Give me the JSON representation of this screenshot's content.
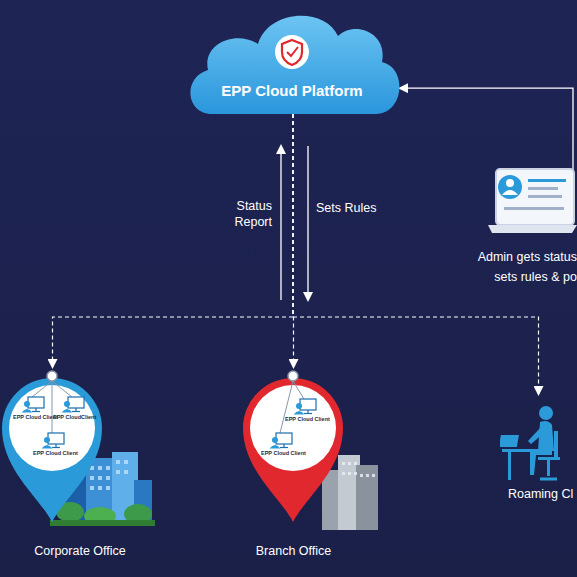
{
  "diagram": {
    "nodes": [
      {
        "text": [
          "EPP Cloud Platform"
        ]
      },
      {
        "text": [
          "Admin gets status sets rules & po"
        ]
      },
      {
        "text": [
          "Corporate Office"
        ]
      },
      {
        "text": [
          "EPP Cloud Client"
        ],
        "in": 2
      },
      {
        "text": [
          "EPP CloudClient"
        ],
        "in": 2
      },
      {
        "text": [
          "EPP Cloud Client"
        ],
        "in": 2
      },
      {
        "text": [
          "Branch Office"
        ]
      },
      {
        "text": [
          "EPP Cloud Client"
        ],
        "in": 6
      },
      {
        "text": [
          "EPP Cloud Client"
        ],
        "in": 6
      },
      {
        "text": [
          "Roaming Cl"
        ]
      }
    ],
    "edges": [
      {
        "from": 1,
        "to": 0,
        "arrow": "to"
      },
      {
        "from": 0,
        "to": 2,
        "arrow": "to"
      },
      {
        "from": 0,
        "to": 6,
        "arrow": "to"
      },
      {
        "from": 0,
        "to": 9,
        "arrow": "to"
      }
    ],
    "labels": [
      "Status Report",
      "Sets Rules"
    ]
  }
}
